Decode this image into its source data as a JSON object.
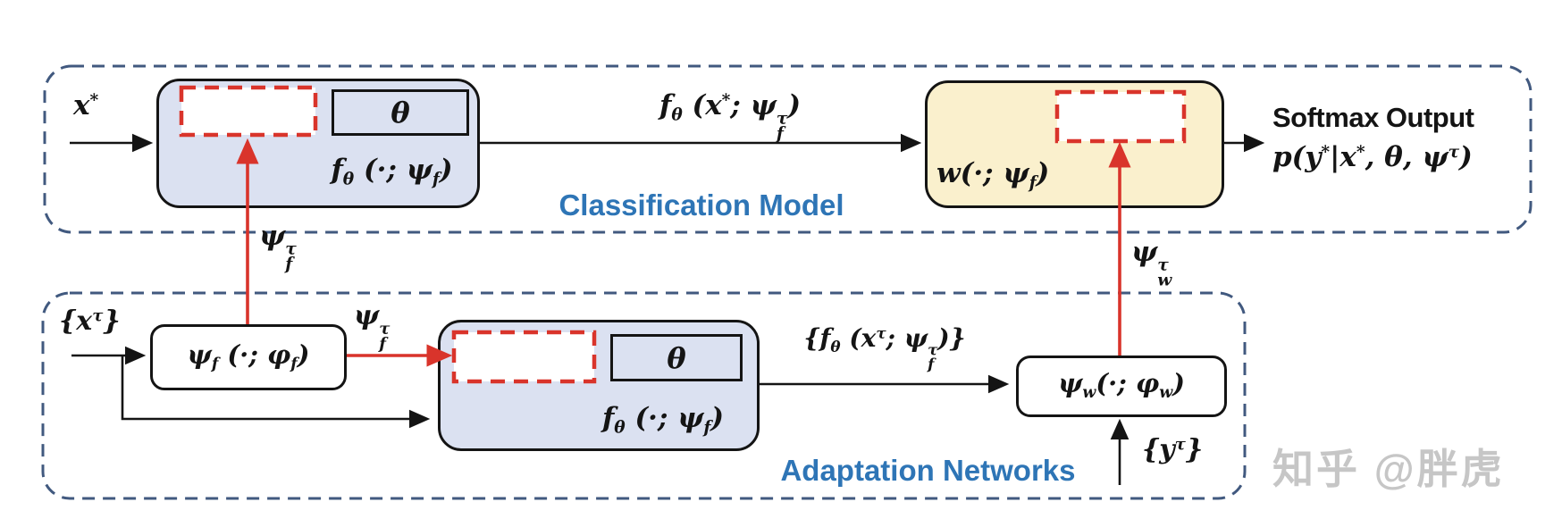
{
  "colors": {
    "box-dash": "#41597f",
    "red": "#d9342b",
    "blue-fill": "#dbe1f1",
    "yellow-fill": "#faf0cd",
    "section-blue": "#2e75b6",
    "ink": "#141414",
    "watermark-gray": "#bdbdbd"
  },
  "classification_model": {
    "label": "Classification Model",
    "input_x_star": [
      [
        "t",
        "x"
      ],
      [
        "sup",
        "*"
      ]
    ],
    "feature_extractor": {
      "theta": "θ",
      "label": [
        [
          "t",
          "f"
        ],
        [
          "sub",
          "θ"
        ],
        [
          "t",
          " (·; "
        ],
        [
          "t",
          "ψ"
        ],
        [
          "sub",
          "f"
        ],
        [
          "t",
          ")"
        ]
      ]
    },
    "arrow_label": [
      [
        "t",
        "f"
      ],
      [
        "sub",
        "θ"
      ],
      [
        "t",
        " ("
      ],
      [
        "t",
        "x"
      ],
      [
        "sup",
        "*"
      ],
      [
        "t",
        "; "
      ],
      [
        "t",
        "ψ"
      ],
      [
        "ss",
        [
          "f",
          "τ"
        ]
      ],
      [
        "t",
        ")"
      ]
    ],
    "classifier_label": [
      [
        "t",
        "w(·; "
      ],
      [
        "t",
        "ψ"
      ],
      [
        "sub",
        "f"
      ],
      [
        "t",
        ")"
      ]
    ],
    "output_title": "Softmax Output",
    "output_formula": [
      [
        "t",
        "p("
      ],
      [
        "t",
        "y"
      ],
      [
        "sup",
        "*"
      ],
      [
        "t",
        "|"
      ],
      [
        "t",
        "x"
      ],
      [
        "sup",
        "*"
      ],
      [
        "t",
        ", θ, "
      ],
      [
        "t",
        "ψ"
      ],
      [
        "sup",
        "τ"
      ],
      [
        "t",
        ")"
      ]
    ]
  },
  "adaptation_networks": {
    "label": "Adaptation Networks",
    "input_x_tau": [
      [
        "t",
        "{"
      ],
      [
        "t",
        "x"
      ],
      [
        "sup",
        "τ"
      ],
      [
        "t",
        "}"
      ]
    ],
    "psi_f_network_label": [
      [
        "t",
        "ψ"
      ],
      [
        "sub",
        "f"
      ],
      [
        "t",
        " (·; φ"
      ],
      [
        "sub",
        "f"
      ],
      [
        "t",
        ")"
      ]
    ],
    "psi_f_tau_up": [
      [
        "t",
        "ψ"
      ],
      [
        "ss",
        [
          "f",
          "τ"
        ]
      ]
    ],
    "psi_f_tau_right": [
      [
        "t",
        "ψ"
      ],
      [
        "ss",
        [
          "f",
          "τ"
        ]
      ]
    ],
    "feature_extractor": {
      "theta": "θ",
      "label": [
        [
          "t",
          "f"
        ],
        [
          "sub",
          "θ"
        ],
        [
          "t",
          " (·; "
        ],
        [
          "t",
          "ψ"
        ],
        [
          "sub",
          "f"
        ],
        [
          "t",
          ")"
        ]
      ]
    },
    "arrow_label": [
      [
        "t",
        "{f"
      ],
      [
        "sub",
        "θ"
      ],
      [
        "t",
        " ("
      ],
      [
        "t",
        "x"
      ],
      [
        "sup",
        "τ"
      ],
      [
        "t",
        "; "
      ],
      [
        "t",
        "ψ"
      ],
      [
        "ss",
        [
          "f",
          "τ"
        ]
      ],
      [
        "t",
        ")}"
      ]
    ],
    "psi_w_network_label": [
      [
        "t",
        "ψ"
      ],
      [
        "sub",
        "w"
      ],
      [
        "t",
        "(·; φ"
      ],
      [
        "sub",
        "w"
      ],
      [
        "t",
        ")"
      ]
    ],
    "psi_w_tau_up": [
      [
        "t",
        "ψ"
      ],
      [
        "ss",
        [
          "w",
          "τ"
        ]
      ]
    ],
    "input_y_tau": [
      [
        "t",
        "{"
      ],
      [
        "t",
        "y"
      ],
      [
        "sup",
        "τ"
      ],
      [
        "t",
        "}"
      ]
    ]
  },
  "watermark": "知乎 @胖虎"
}
